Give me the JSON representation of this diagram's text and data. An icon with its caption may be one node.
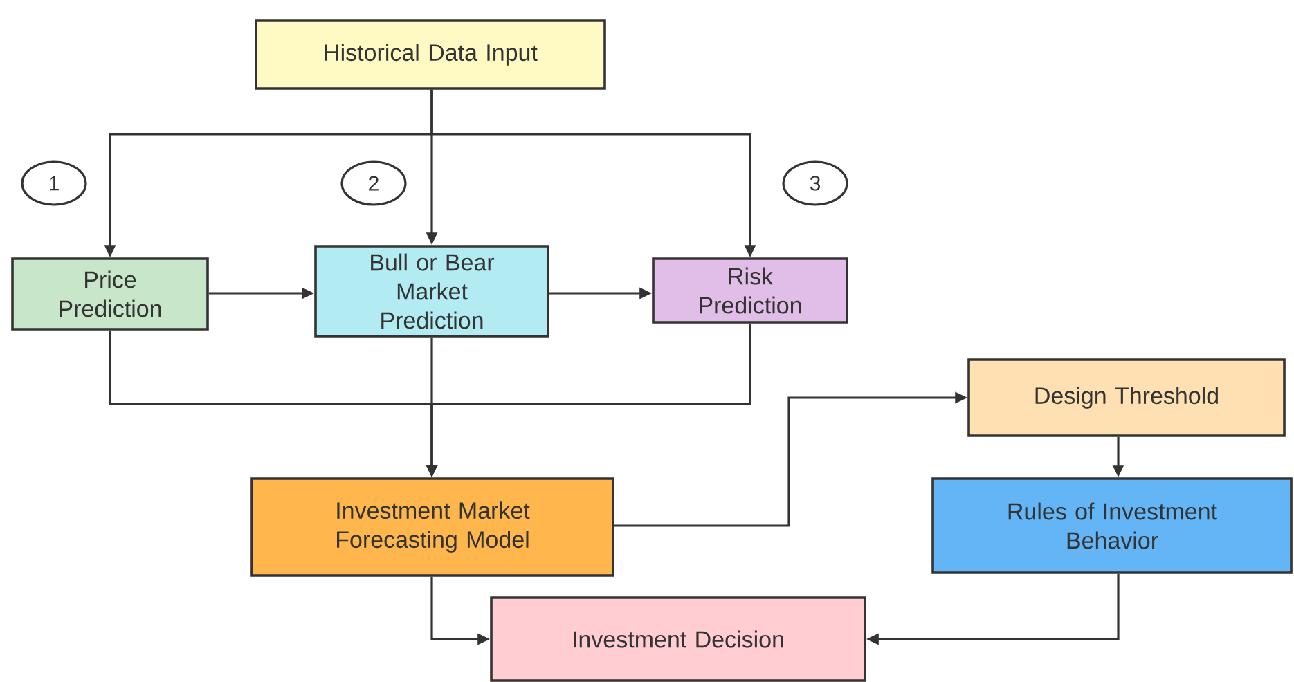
{
  "diagram": {
    "nodes": [
      {
        "text": [
          "Historical Data Input"
        ]
      },
      {
        "text": [
          "1"
        ]
      },
      {
        "text": [
          "2"
        ]
      },
      {
        "text": [
          "3"
        ]
      },
      {
        "text": [
          "Price Prediction"
        ]
      },
      {
        "text": [
          "Bull or Bear Market Prediction"
        ]
      },
      {
        "text": [
          "Risk Prediction"
        ]
      },
      {
        "text": [
          "Design Threshold"
        ]
      },
      {
        "text": [
          "Investment Market Forecasting Model"
        ]
      },
      {
        "text": [
          "Rules of Investment Behavior"
        ]
      },
      {
        "text": [
          "Investment Decision"
        ]
      }
    ],
    "edges": [
      {
        "from": 0,
        "to": 4,
        "arrow": "to"
      },
      {
        "from": 0,
        "to": 5,
        "arrow": "to"
      },
      {
        "from": 0,
        "to": 6,
        "arrow": "to"
      },
      {
        "from": 4,
        "to": 5,
        "arrow": "to"
      },
      {
        "from": 5,
        "to": 6,
        "arrow": "to"
      },
      {
        "from": 4,
        "to": 8,
        "arrow": "to"
      },
      {
        "from": 5,
        "to": 8,
        "arrow": "to"
      },
      {
        "from": 6,
        "to": 8,
        "arrow": "to"
      },
      {
        "from": 8,
        "to": 7,
        "arrow": "to"
      },
      {
        "from": 7,
        "to": 9,
        "arrow": "to"
      },
      {
        "from": 8,
        "to": 10,
        "arrow": "to"
      },
      {
        "from": 9,
        "to": 10,
        "arrow": "to"
      }
    ]
  }
}
